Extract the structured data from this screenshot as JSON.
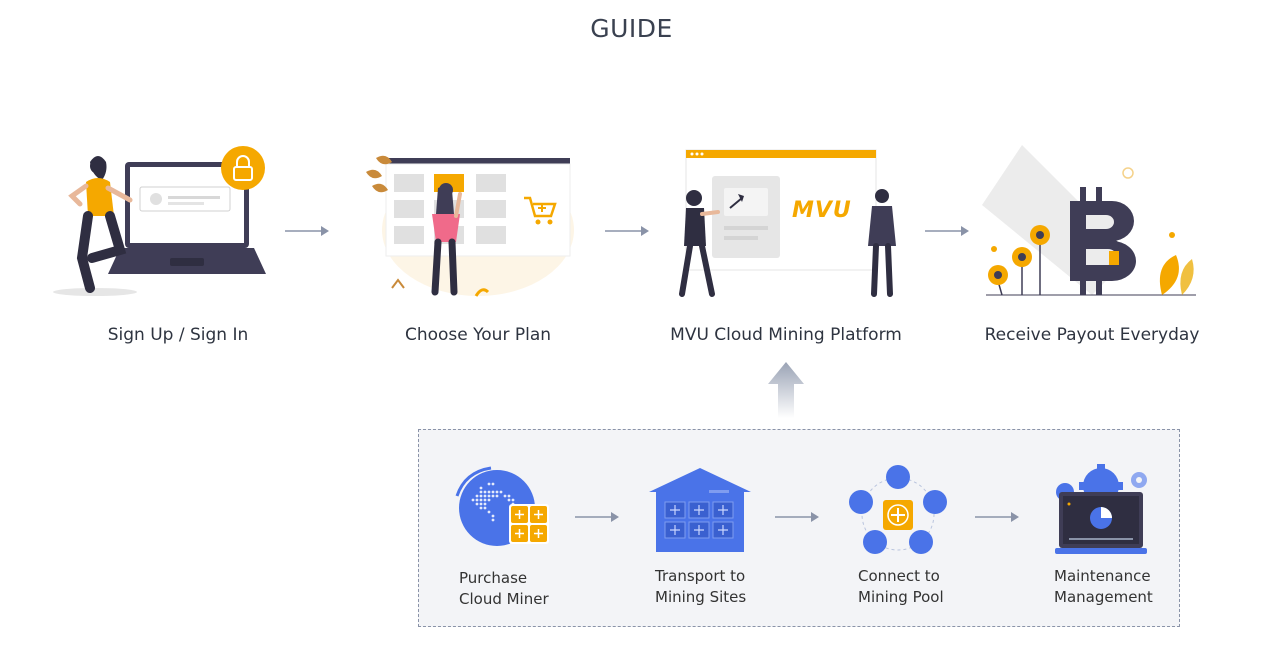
{
  "title": "GUIDE",
  "steps": [
    {
      "label": "Sign Up / Sign In"
    },
    {
      "label": "Choose Your Plan"
    },
    {
      "label": "MVU Cloud Mining Platform"
    },
    {
      "label": "Receive Payout Everyday"
    }
  ],
  "platform_logo": "MVU",
  "process": [
    {
      "label": "Purchase\nCloud Miner"
    },
    {
      "label": "Transport to\nMining Sites"
    },
    {
      "label": "Connect to\nMining Pool"
    },
    {
      "label": "Maintenance\nManagement"
    }
  ],
  "colors": {
    "accent": "#f5a800",
    "blue": "#4a73e8",
    "dark": "#2f2e41",
    "pink": "#f06a8a",
    "arrow": "#8a93a8"
  }
}
